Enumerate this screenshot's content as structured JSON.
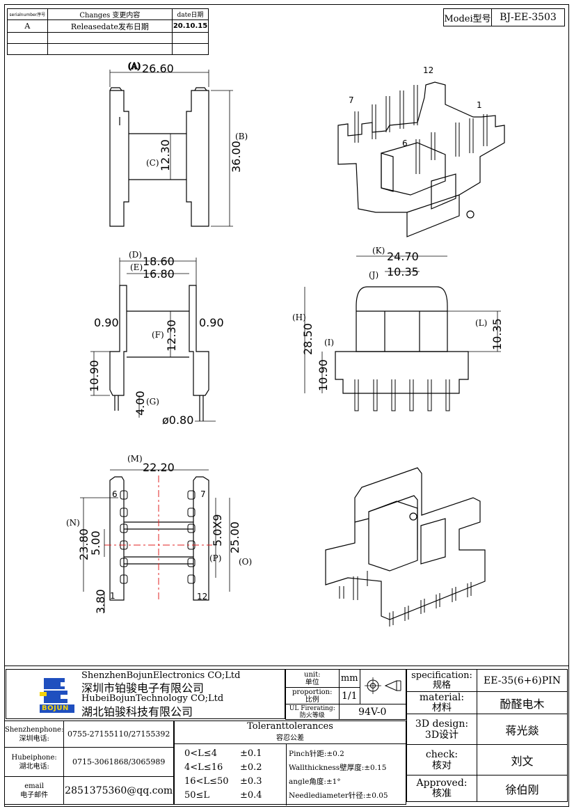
{
  "revision": {
    "headers": [
      "serialnumber序号",
      "Changes 变更内容",
      "date日期"
    ],
    "rows": [
      [
        "A",
        "Releasedate发布日期",
        "20.10.15"
      ],
      [
        "",
        "",
        ""
      ],
      [
        "",
        "",
        ""
      ]
    ]
  },
  "model": {
    "label": "Modei型号",
    "value": "BJ-EE-3503"
  },
  "views": {
    "top": {
      "A": "(A)",
      "A_val": "26.60",
      "B": "(B)",
      "B_val": "36.00",
      "C": "(C)",
      "C_val": "12.30",
      "pin1": "1",
      "pin6": "6",
      "pin7": "7",
      "pin12": "12"
    },
    "front": {
      "D": "(D)",
      "D_val": "18.60",
      "E": "(E)",
      "E_val": "16.80",
      "gap_l": "0.90",
      "gap_r": "0.90",
      "F": "(F)",
      "F_val": "12.30",
      "h1090": "10.90",
      "G": "(G)",
      "G_val": "4.00",
      "dia": "ø0.80"
    },
    "side": {
      "K": "(K)",
      "K_val": "24.70",
      "J": "(J)",
      "J_val": "10.35",
      "H": "(H)",
      "H_val": "28.50",
      "L": "(L)",
      "L_val": "10.35",
      "I": "(I)",
      "I_val": "10.90"
    },
    "bottom": {
      "M": "(M)",
      "M_val": "22.20",
      "N": "(N)",
      "N_val": "23.80",
      "v500": "5.00",
      "v380": "3.80",
      "P": "(P)",
      "P_val": "5.0X9",
      "O": "(O)",
      "O_val": "25.00",
      "p6": "6",
      "p7": "7",
      "p1": "1",
      "p12": "12"
    }
  },
  "company": {
    "logo_text": "BOJUN",
    "name_en1": "ShenzhenBojunElectronics CO;Ltd",
    "name_cn1": "深圳市铂骏电子有限公司",
    "name_en2": "HubeiBojunTechnology CO;Ltd",
    "name_cn2": "湖北铂骏科技有限公司"
  },
  "title_block": {
    "unit_label": "unit:",
    "unit_label_cn": "单位",
    "unit_value": "mm",
    "proportion_label": "proportion:",
    "proportion_label_cn": "比例",
    "proportion_value": "1/1",
    "ul_label": "UL Firerating:",
    "ul_label_cn": "防火等级",
    "ul_value": "94V-0",
    "spec_label": "specification:",
    "spec_label_cn": "规格",
    "spec_value": "EE-35(6+6)PIN",
    "material_label": "material:",
    "material_label_cn": "材料",
    "material_value": "酚醛电木",
    "design_label": "3D design:",
    "design_label_cn": "3D设计",
    "design_value": "蒋光燚",
    "check_label": "check:",
    "check_label_cn": "核对",
    "check_value": "刘文",
    "approved_label": "Approved:",
    "approved_label_cn": "核准",
    "approved_value": "徐伯刚"
  },
  "contacts": [
    {
      "label": "Shenzhenphone:",
      "label_cn": "深圳电话:",
      "value": "0755-27155110/27155392"
    },
    {
      "label": "Hubeiphone:",
      "label_cn": "湖北电话:",
      "value": "0715-3061868/3065989"
    },
    {
      "label": "email",
      "label_cn": "电子邮件",
      "value": "2851375360@qq.com"
    }
  ],
  "tolerances": {
    "title": "Toleranttolerances",
    "title_cn": "容忍公差",
    "ranges": [
      {
        "range": "0<L≤4",
        "tol": "±0.1"
      },
      {
        "range": "4<L≤16",
        "tol": "±0.2"
      },
      {
        "range": "16<L≤50",
        "tol": "±0.3"
      },
      {
        "range": "50≤L",
        "tol": "±0.4"
      }
    ],
    "notes": [
      "Pinch针距:±0.2",
      "Wallthickness壁厚度:±0.15",
      "angle角度:±1°",
      "Needlediameter针径:±0.05"
    ]
  },
  "colors": {
    "centerline": "#e02020",
    "logo_blue": "#1f4fbf",
    "logo_yellow": "#f4d20a"
  }
}
